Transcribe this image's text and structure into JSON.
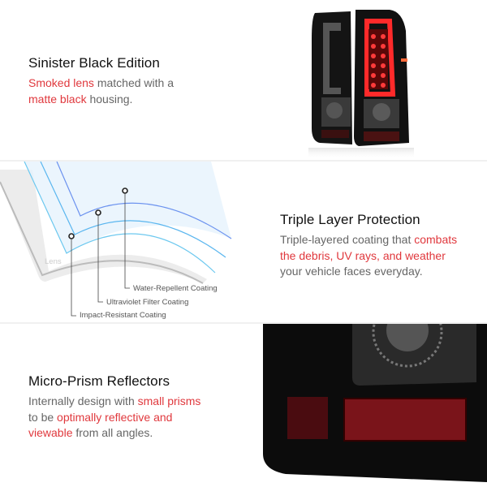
{
  "sections": [
    {
      "title": "Sinister Black Edition",
      "body": [
        {
          "text": "Smoked lens",
          "highlight": true
        },
        {
          "text": " matched with a ",
          "highlight": false
        },
        {
          "text": "matte black",
          "highlight": true
        },
        {
          "text": " housing.",
          "highlight": false
        }
      ]
    },
    {
      "title": "Triple Layer Protection",
      "body": [
        {
          "text": "Triple-layered coating that ",
          "highlight": false
        },
        {
          "text": "combats the debris, UV rays, and weather",
          "highlight": true
        },
        {
          "text": " your vehicle faces everyday.",
          "highlight": false
        }
      ]
    },
    {
      "title": "Micro-Prism Reflectors",
      "body": [
        {
          "text": "Internally design with ",
          "highlight": false
        },
        {
          "text": "small prisms",
          "highlight": true
        },
        {
          "text": " to be ",
          "highlight": false
        },
        {
          "text": "optimally reflective and viewable",
          "highlight": true
        },
        {
          "text": " from all angles.",
          "highlight": false
        }
      ]
    }
  ],
  "diagram": {
    "lens_label": "Lens",
    "layers": [
      "Water-Repellent Coating",
      "Ultraviolet Filter Coating",
      "Impact-Resistant Coating"
    ]
  },
  "colors": {
    "highlight": "#e0383d",
    "body": "#666666",
    "heading": "#111111"
  }
}
